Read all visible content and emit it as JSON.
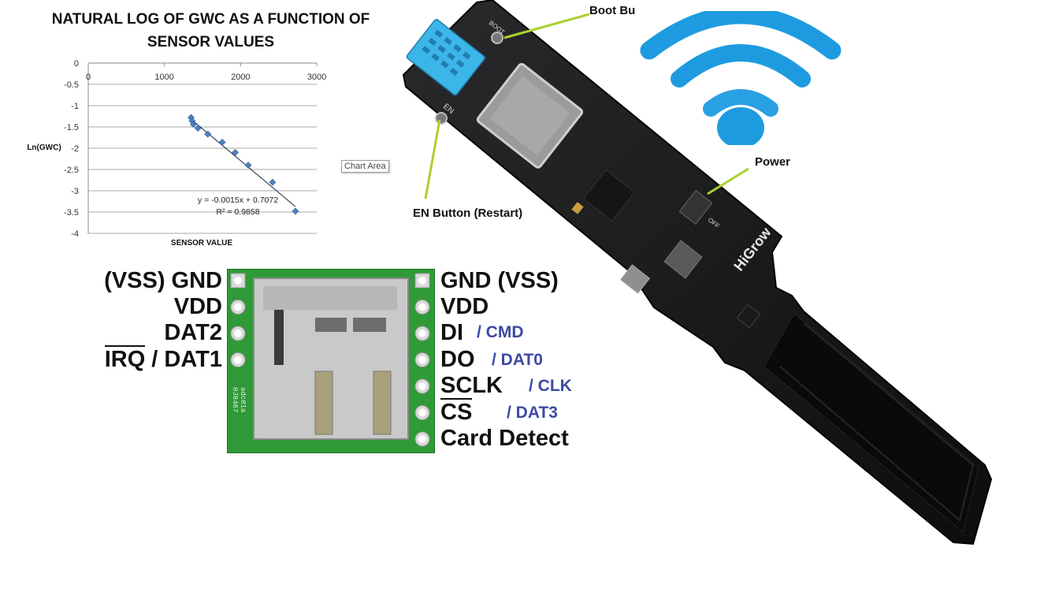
{
  "chart_data": {
    "type": "scatter",
    "title": "NATURAL LOG OF GWC AS A FUNCTION OF\nSENSOR VALUES",
    "xlabel": "SENSOR VALUE",
    "ylabel": "Ln(GWC)",
    "xlim": [
      0,
      3000
    ],
    "ylim": [
      -4,
      0
    ],
    "x_ticks": [
      "0",
      "1000",
      "2000",
      "3000"
    ],
    "y_ticks": [
      "0",
      "-0.5",
      "-1",
      "-1.5",
      "-2",
      "-2.5",
      "-3",
      "-3.5",
      "-4"
    ],
    "x_axis_position": "top",
    "grid": true,
    "points": [
      {
        "x": 1350,
        "y": -1.28
      },
      {
        "x": 1365,
        "y": -1.36
      },
      {
        "x": 1380,
        "y": -1.44
      },
      {
        "x": 1440,
        "y": -1.53
      },
      {
        "x": 1570,
        "y": -1.67
      },
      {
        "x": 1760,
        "y": -1.86
      },
      {
        "x": 1930,
        "y": -2.1
      },
      {
        "x": 2100,
        "y": -2.4
      },
      {
        "x": 2420,
        "y": -2.8
      },
      {
        "x": 2720,
        "y": -3.48
      }
    ],
    "trendline": {
      "slope": -0.0015,
      "intercept": 0.7072,
      "x_range": [
        1330,
        2720
      ]
    },
    "equation": "y = -0.0015x + 0.7072",
    "r_squared": "R² = 0.9858",
    "tooltip": "Chart Area",
    "marker_color": "#4f7fbf"
  },
  "sd_module": {
    "left_pins": [
      "(VSS) GND",
      "VDD",
      "DAT2",
      "IRQ",
      " / DAT1"
    ],
    "right_pins": [
      {
        "label": "GND (VSS)",
        "alt": ""
      },
      {
        "label": "VDD",
        "alt": ""
      },
      {
        "label": "DI",
        "alt": "/ CMD"
      },
      {
        "label": "DO",
        "alt": "/ DAT0"
      },
      {
        "label": "SCLK",
        "alt": "/ CLK"
      },
      {
        "label": "CS",
        "alt": "/ DAT3"
      },
      {
        "label": "Card Detect",
        "alt": ""
      }
    ],
    "board_text": [
      "adc01a",
      "0J8467"
    ],
    "alt_color": "#3c4aa5"
  },
  "higrow": {
    "boot_label": "Boot Bu",
    "power_label": "Power",
    "en_label": "EN Button (Restart)",
    "brand": "HiGrow",
    "en_silk": "EN",
    "boot_silk": "BOOT",
    "off_silk": "OFF",
    "callout_color": "#a9d12f"
  },
  "wifi": {
    "color": "#1e9be0"
  }
}
